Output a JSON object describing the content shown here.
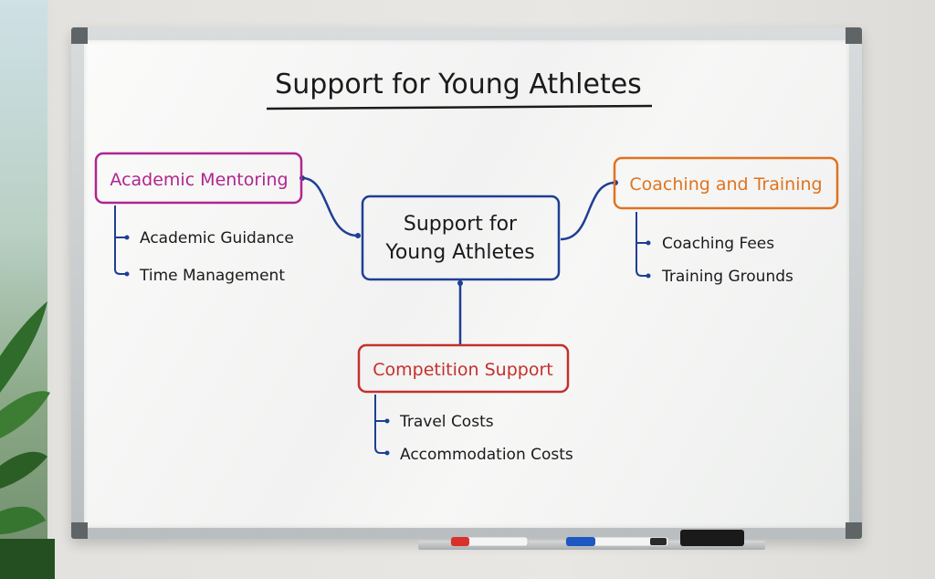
{
  "title": "Support for Young Athletes",
  "nodes": {
    "center": {
      "line1": "Support for",
      "line2": "Young Athletes",
      "color": "#1f3f94"
    },
    "academic": {
      "label": "Academic Mentoring",
      "color": "#b0258f",
      "items": [
        "Academic Guidance",
        "Time Management"
      ]
    },
    "coaching": {
      "label": "Coaching and Training",
      "color": "#e0731f",
      "items": [
        "Coaching Fees",
        "Training Grounds"
      ]
    },
    "competition": {
      "label": "Competition Support",
      "color": "#c5302c",
      "items": [
        "Travel Costs",
        "Accommodation Costs"
      ]
    }
  },
  "colors": {
    "ink": "#1b1b1b",
    "connector": "#1f3f94"
  },
  "markers": [
    {
      "name": "red-marker",
      "color": "#d8312b"
    },
    {
      "name": "blue-marker",
      "color": "#1d58c2"
    },
    {
      "name": "eraser",
      "color": "#1a1a1a"
    }
  ]
}
